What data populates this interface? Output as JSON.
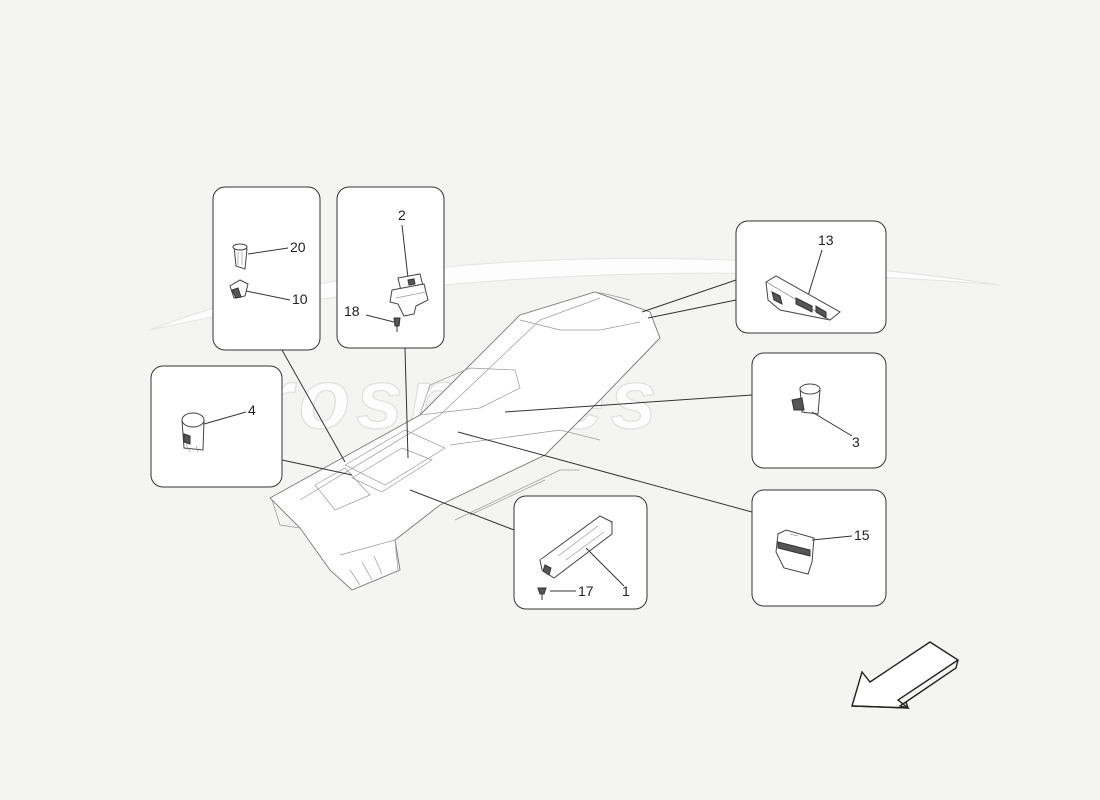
{
  "watermark": {
    "text": "eurospares"
  },
  "callouts": {
    "c1": "1",
    "c2": "2",
    "c3": "3",
    "c4": "4",
    "c10": "10",
    "c13": "13",
    "c15": "15",
    "c17": "17",
    "c18": "18",
    "c20": "20"
  },
  "colors": {
    "background": "#f4f4f2",
    "line": "#333333",
    "watermark": "#ffffff"
  }
}
